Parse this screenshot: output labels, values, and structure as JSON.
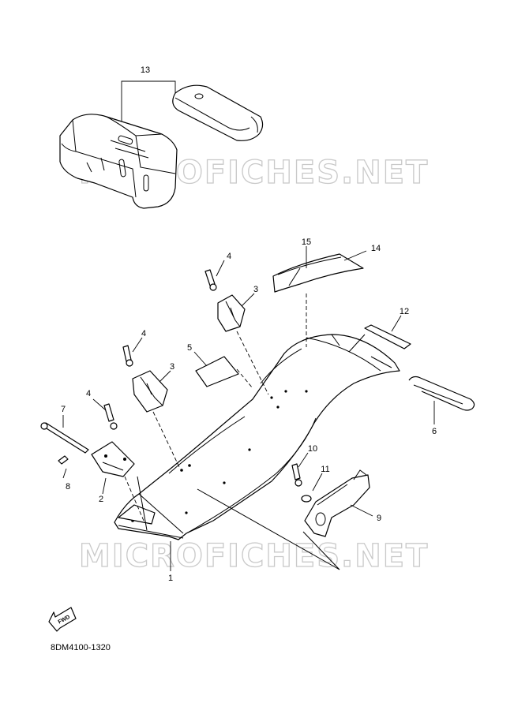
{
  "diagram": {
    "watermark_text": "MICROFICHES.NET",
    "fwd_label": "FWD",
    "drawing_code": "8DM4100-1320",
    "callouts": {
      "c1": "1",
      "c2": "2",
      "c3a": "3",
      "c3b": "3",
      "c4a": "4",
      "c4b": "4",
      "c4c": "4",
      "c5": "5",
      "c6": "6",
      "c7": "7",
      "c8": "8",
      "c9": "9",
      "c10": "10",
      "c11": "11",
      "c12": "12",
      "c13": "13",
      "c14": "14",
      "c15": "15"
    }
  }
}
